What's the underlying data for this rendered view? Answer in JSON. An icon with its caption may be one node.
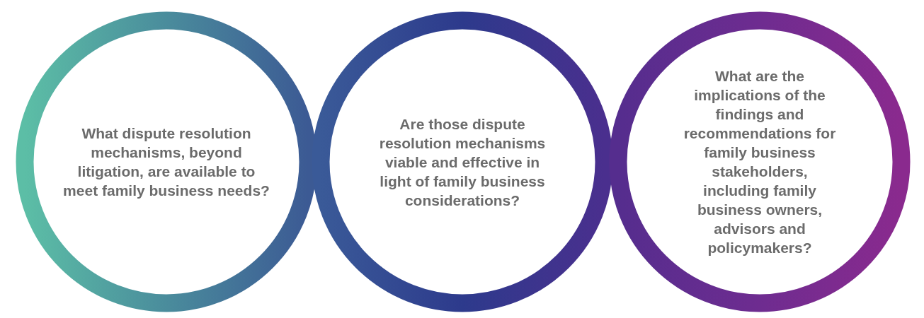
{
  "diagram": {
    "nodes": [
      {
        "text": [
          "What dispute resolution mechanisms, beyond litigation, are available to meet family business needs?"
        ]
      },
      {
        "text": [
          "Are those dispute resolution mechanisms viable and effective in light of family business considerations?"
        ]
      },
      {
        "text": [
          "What are the implications of the findings and recommendations for family business stakeholders, including family business owners, advisors and policymakers?"
        ]
      }
    ]
  }
}
